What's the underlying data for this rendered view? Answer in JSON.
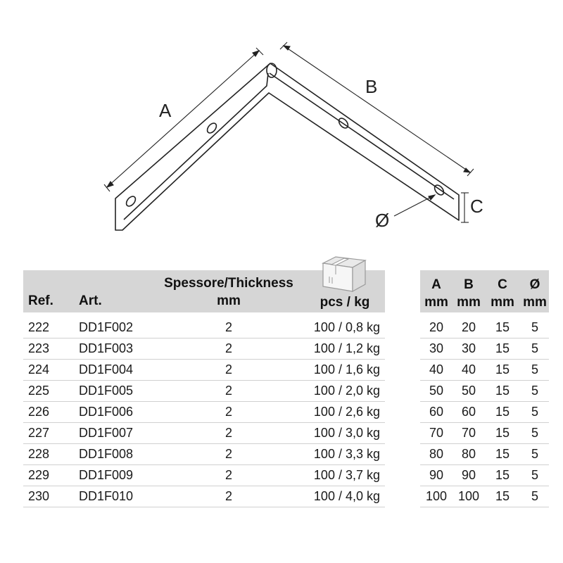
{
  "drawing": {
    "labels": {
      "a": "A",
      "b": "B",
      "c": "C",
      "diameter": "Ø"
    },
    "line_color": "#222222"
  },
  "left_table": {
    "header_bg": "#d6d6d6",
    "headers": {
      "ref": "Ref.",
      "art": "Art.",
      "thickness": "Spessore/Thickness",
      "thickness_unit": "mm",
      "pack": "pcs / kg"
    },
    "package_icon": "box-icon",
    "rows": [
      {
        "ref": "222",
        "art": "DD1F002",
        "thickness": "2",
        "pack": "100 / 0,8 kg"
      },
      {
        "ref": "223",
        "art": "DD1F003",
        "thickness": "2",
        "pack": "100 / 1,2 kg"
      },
      {
        "ref": "224",
        "art": "DD1F004",
        "thickness": "2",
        "pack": "100 / 1,6 kg"
      },
      {
        "ref": "225",
        "art": "DD1F005",
        "thickness": "2",
        "pack": "100 / 2,0 kg"
      },
      {
        "ref": "226",
        "art": "DD1F006",
        "thickness": "2",
        "pack": "100 / 2,6 kg"
      },
      {
        "ref": "227",
        "art": "DD1F007",
        "thickness": "2",
        "pack": "100 / 3,0 kg"
      },
      {
        "ref": "228",
        "art": "DD1F008",
        "thickness": "2",
        "pack": "100 / 3,3 kg"
      },
      {
        "ref": "229",
        "art": "DD1F009",
        "thickness": "2",
        "pack": "100 / 3,7 kg"
      },
      {
        "ref": "230",
        "art": "DD1F010",
        "thickness": "2",
        "pack": "100 / 4,0 kg"
      }
    ]
  },
  "right_table": {
    "headers": {
      "a": "A",
      "b": "B",
      "c": "C",
      "d": "Ø",
      "unit_a": "mm",
      "unit_b": "mm",
      "unit_c": "mm",
      "unit_d": "mm"
    },
    "rows": [
      {
        "a": "20",
        "b": "20",
        "c": "15",
        "d": "5"
      },
      {
        "a": "30",
        "b": "30",
        "c": "15",
        "d": "5"
      },
      {
        "a": "40",
        "b": "40",
        "c": "15",
        "d": "5"
      },
      {
        "a": "50",
        "b": "50",
        "c": "15",
        "d": "5"
      },
      {
        "a": "60",
        "b": "60",
        "c": "15",
        "d": "5"
      },
      {
        "a": "70",
        "b": "70",
        "c": "15",
        "d": "5"
      },
      {
        "a": "80",
        "b": "80",
        "c": "15",
        "d": "5"
      },
      {
        "a": "90",
        "b": "90",
        "c": "15",
        "d": "5"
      },
      {
        "a": "100",
        "b": "100",
        "c": "15",
        "d": "5"
      }
    ]
  }
}
